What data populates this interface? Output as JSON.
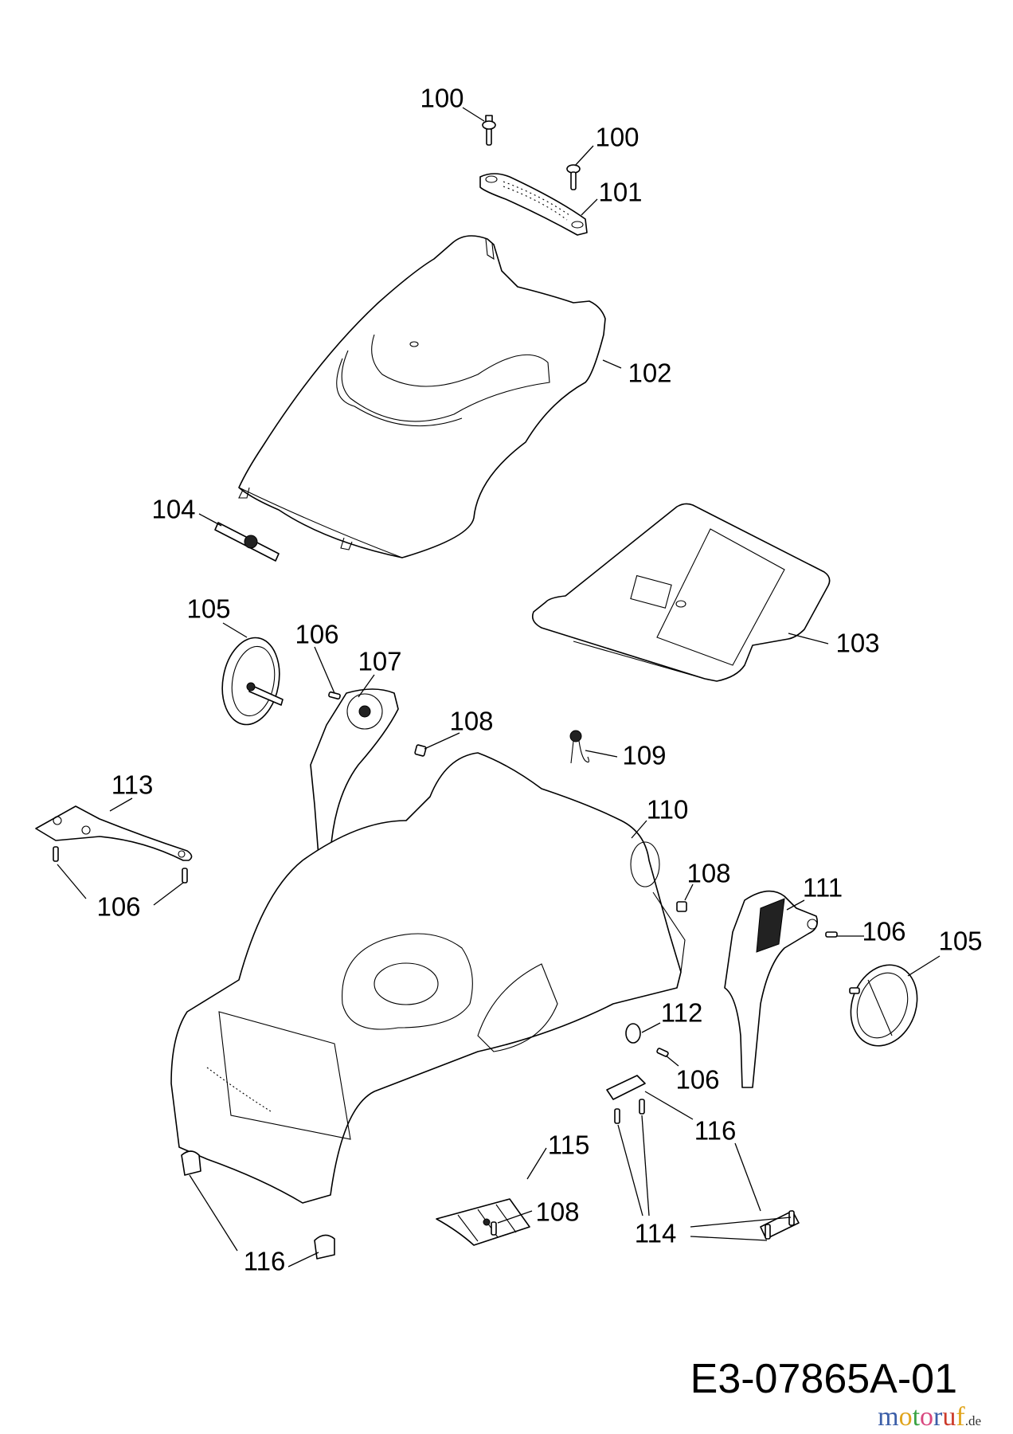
{
  "diagram": {
    "title": "Exploded parts diagram – lawn mower deck and covers",
    "drawing_code": "E3-07865A-01",
    "brand": {
      "name": "motoruf",
      "tld": ".de",
      "letter_colors": [
        "#3b5ea8",
        "#e0a41c",
        "#3aa343",
        "#d9477f",
        "#3b5ea8",
        "#cc3a2a",
        "#e0a41c",
        "#3aa343"
      ]
    },
    "callouts": [
      {
        "id": "c100a",
        "number": "100",
        "part": "screw"
      },
      {
        "id": "c100b",
        "number": "100",
        "part": "screw"
      },
      {
        "id": "c101",
        "number": "101",
        "part": "handle grip bar"
      },
      {
        "id": "c102",
        "number": "102",
        "part": "upper cover / hood"
      },
      {
        "id": "c103",
        "number": "103",
        "part": "rear flap / lid"
      },
      {
        "id": "c104",
        "number": "104",
        "part": "logo badge"
      },
      {
        "id": "c105a",
        "number": "105",
        "part": "wheel (left)"
      },
      {
        "id": "c106a",
        "number": "106",
        "part": "screw"
      },
      {
        "id": "c107",
        "number": "107",
        "part": "height adjuster (left)"
      },
      {
        "id": "c108a",
        "number": "108",
        "part": "nut"
      },
      {
        "id": "c109",
        "number": "109",
        "part": "torsion spring"
      },
      {
        "id": "c110",
        "number": "110",
        "part": "deck / chassis"
      },
      {
        "id": "c108b",
        "number": "108",
        "part": "nut"
      },
      {
        "id": "c111",
        "number": "111",
        "part": "height adjuster (right)"
      },
      {
        "id": "c106b",
        "number": "106",
        "part": "screw"
      },
      {
        "id": "c105b",
        "number": "105",
        "part": "wheel (right)"
      },
      {
        "id": "c112",
        "number": "112",
        "part": "bushing"
      },
      {
        "id": "c106c",
        "number": "106",
        "part": "screw"
      },
      {
        "id": "c113",
        "number": "113",
        "part": "axle bracket"
      },
      {
        "id": "c106d",
        "number": "106",
        "part": "screws"
      },
      {
        "id": "c116a",
        "number": "116",
        "part": "clip"
      },
      {
        "id": "c115",
        "number": "115",
        "part": "grille plate"
      },
      {
        "id": "c108c",
        "number": "108",
        "part": "screw"
      },
      {
        "id": "c114",
        "number": "114",
        "part": "screws"
      },
      {
        "id": "c116b",
        "number": "116",
        "part": "clips"
      }
    ]
  }
}
